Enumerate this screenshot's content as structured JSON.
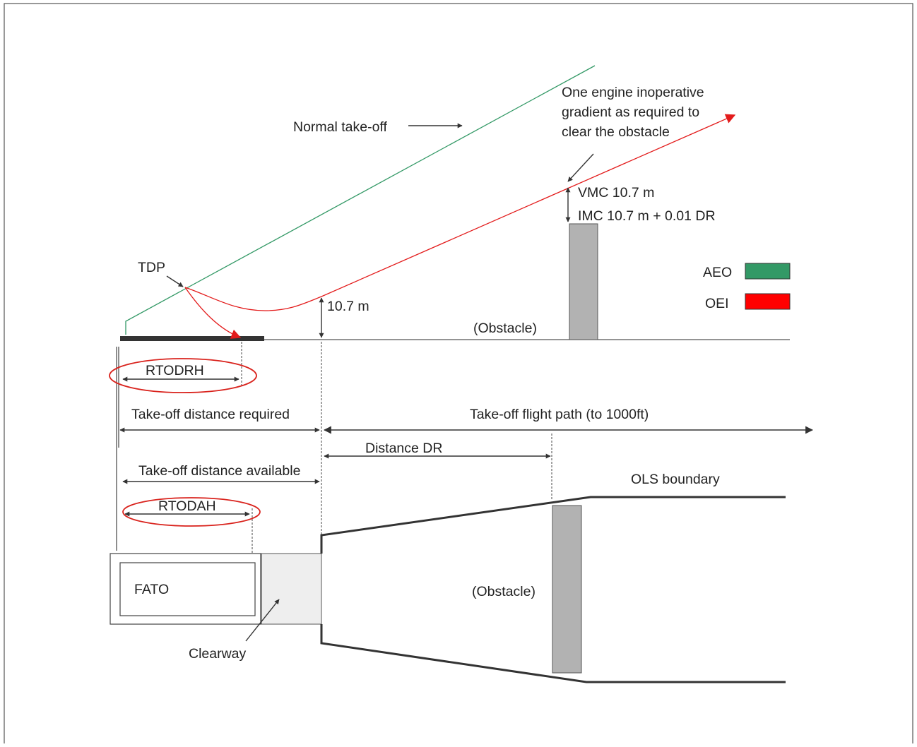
{
  "labels": {
    "normal_takeoff": "Normal take-off",
    "oei_line1": "One engine inoperative",
    "oei_line2": "gradient as required to",
    "oei_line3": "clear the obstacle",
    "vmc": "VMC 10.7 m",
    "imc": "IMC 10.7 m + 0.01 DR",
    "tdp": "TDP",
    "height_10_7": "10.7 m",
    "obstacle_side": "(Obstacle)",
    "rtodrh": "RTODRH",
    "todr": "Take-off distance required",
    "flight_path": "Take-off flight path (to 1000ft)",
    "distance_dr": "Distance DR",
    "toda": "Take-off distance available",
    "ols_boundary": "OLS boundary",
    "rtodah": "RTODAH",
    "fato": "FATO",
    "obstacle_plan": "(Obstacle)",
    "clearway": "Clearway"
  },
  "legend": [
    {
      "label": "AEO",
      "color": "#339966"
    },
    {
      "label": "OEI",
      "color": "#ff0000"
    }
  ],
  "colors": {
    "aeo_path": "#339966",
    "oei_path": "#e31b1b",
    "highlight_ellipse": "#d9221c",
    "obstacle_fill": "#b2b2b2",
    "clearway_fill": "#eeeeee"
  }
}
